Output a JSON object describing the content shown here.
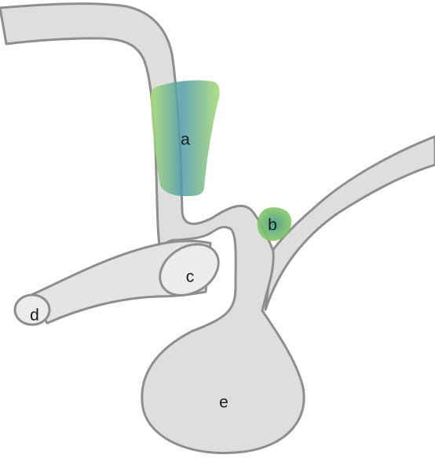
{
  "colors": {
    "tissue_fill": "#dedede",
    "tissue_stroke": "#8e8e8e",
    "highlight_light": "#a6d96a",
    "highlight_dark": "#5a9aa8",
    "text": "#1a1a1a"
  },
  "labels": {
    "a": "a",
    "b": "b",
    "c": "c",
    "d": "d",
    "e": "e"
  }
}
